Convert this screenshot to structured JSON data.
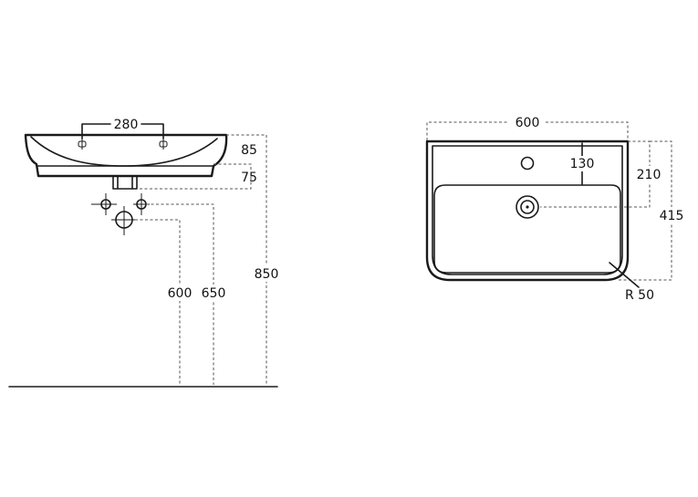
{
  "side_view": {
    "dimensions": {
      "tap_hole_spacing": "280",
      "rim_height": "85",
      "bowl_depth": "75",
      "waste_outlet_height": "600",
      "supply_height": "650",
      "rim_floor_height": "850"
    }
  },
  "top_view": {
    "dimensions": {
      "width": "600",
      "tap_hole_offset": "130",
      "drain_offset": "210",
      "depth": "415",
      "corner_radius": "R 50"
    }
  },
  "colors": {
    "line": "#1a1a1a",
    "dimension": "#555555",
    "background": "#ffffff"
  }
}
